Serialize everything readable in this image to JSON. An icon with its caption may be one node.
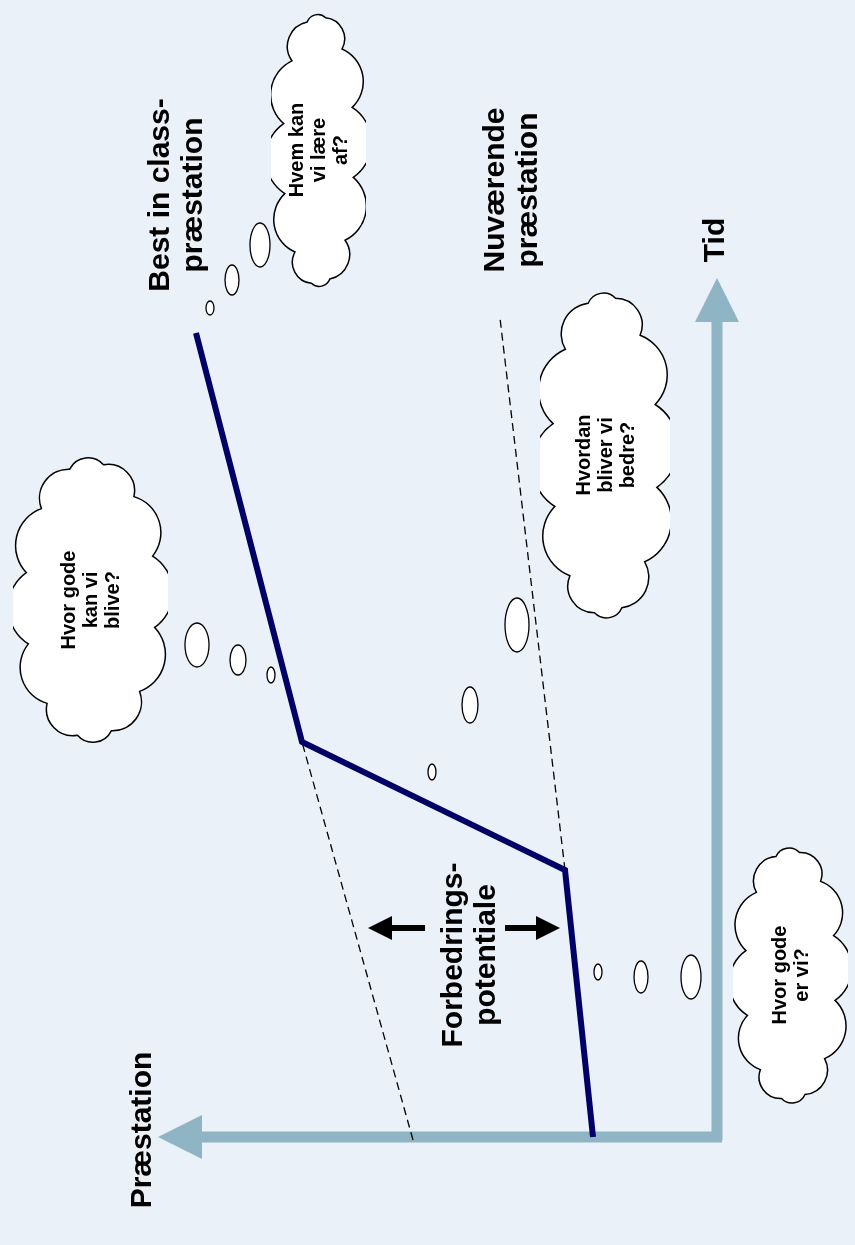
{
  "diagram": {
    "nodes": [
      {
        "text": [
          "Hvor gode kan vi blive?"
        ]
      },
      {
        "text": [
          "Hvem kan vi lære af?"
        ]
      },
      {
        "text": [
          "Hvordan bliver vi bedre?"
        ]
      },
      {
        "text": [
          "Hvor gode er vi?"
        ]
      }
    ],
    "edges": [],
    "labels": [
      "Best in class- præstation",
      "Nuværende præstation",
      "Tid",
      "Forbedrings- potentiale",
      "Præstation"
    ]
  }
}
